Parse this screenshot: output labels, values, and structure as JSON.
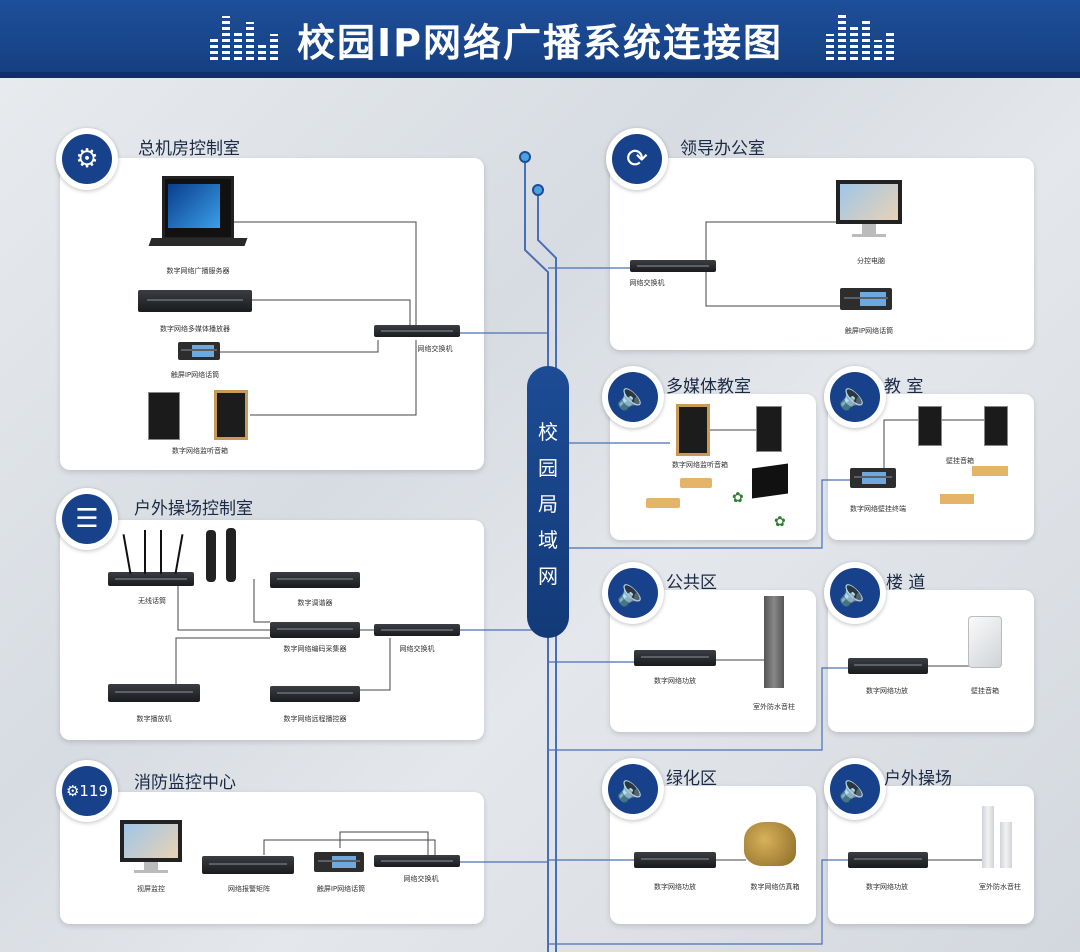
{
  "header": {
    "title": "校园IP网络广播系统连接图"
  },
  "colors": {
    "primary": "#17418a",
    "header": "#1a4891",
    "line": "#4a6fb5"
  },
  "backbone": {
    "label_chars": [
      "校",
      "园",
      "局",
      "域",
      "网"
    ]
  },
  "sections": {
    "control_room": {
      "title": "总机房控制室",
      "icon": "gear-icon",
      "labels": {
        "server": "数字网络广播服务器",
        "player": "数字网络多媒体播放器",
        "mic": "触屏IP网络话筒",
        "switch": "网络交换机",
        "speaker": "数字网络监听音箱"
      }
    },
    "outdoor_control": {
      "title": "户外操场控制室",
      "icon": "sliders-icon",
      "labels": {
        "wireless": "无线话筒",
        "tuner": "数字调谐器",
        "encoder": "数字网络编码采集器",
        "switch": "网络交换机",
        "player": "数字播放机",
        "remote": "数字网络远程播控器"
      }
    },
    "fire_center": {
      "title": "消防监控中心",
      "icon": "gear-119-icon",
      "labels": {
        "monitor": "视屏监控",
        "matrix": "网络报警矩阵",
        "mic": "触屏IP网络话筒",
        "switch": "网络交换机"
      }
    },
    "office": {
      "title": "领导办公室",
      "icon": "refresh-icon",
      "labels": {
        "switch": "网络交换机",
        "pc": "分控电脑",
        "mic": "触屏IP网络话筒"
      }
    },
    "multimedia": {
      "title": "多媒体教室",
      "icon": "speaker-icon",
      "labels": {
        "speaker": "数字网络监听音箱"
      }
    },
    "classroom": {
      "title": "教 室",
      "icon": "speaker-icon",
      "labels": {
        "wall": "壁挂音箱",
        "terminal": "数字网络壁挂终端"
      }
    },
    "public": {
      "title": "公共区",
      "icon": "speaker-icon",
      "labels": {
        "amp": "数字网络功放",
        "column": "室外防水音柱"
      }
    },
    "corridor": {
      "title": "楼 道",
      "icon": "speaker-icon",
      "labels": {
        "amp": "数字网络功放",
        "wall": "壁挂音箱"
      }
    },
    "green": {
      "title": "绿化区",
      "icon": "speaker-icon",
      "labels": {
        "amp": "数字网络功放",
        "rock": "数字网络仿真箱"
      }
    },
    "playground": {
      "title": "户外操场",
      "icon": "speaker-icon",
      "labels": {
        "amp": "数字网络功放",
        "column": "室外防水音柱"
      }
    }
  }
}
